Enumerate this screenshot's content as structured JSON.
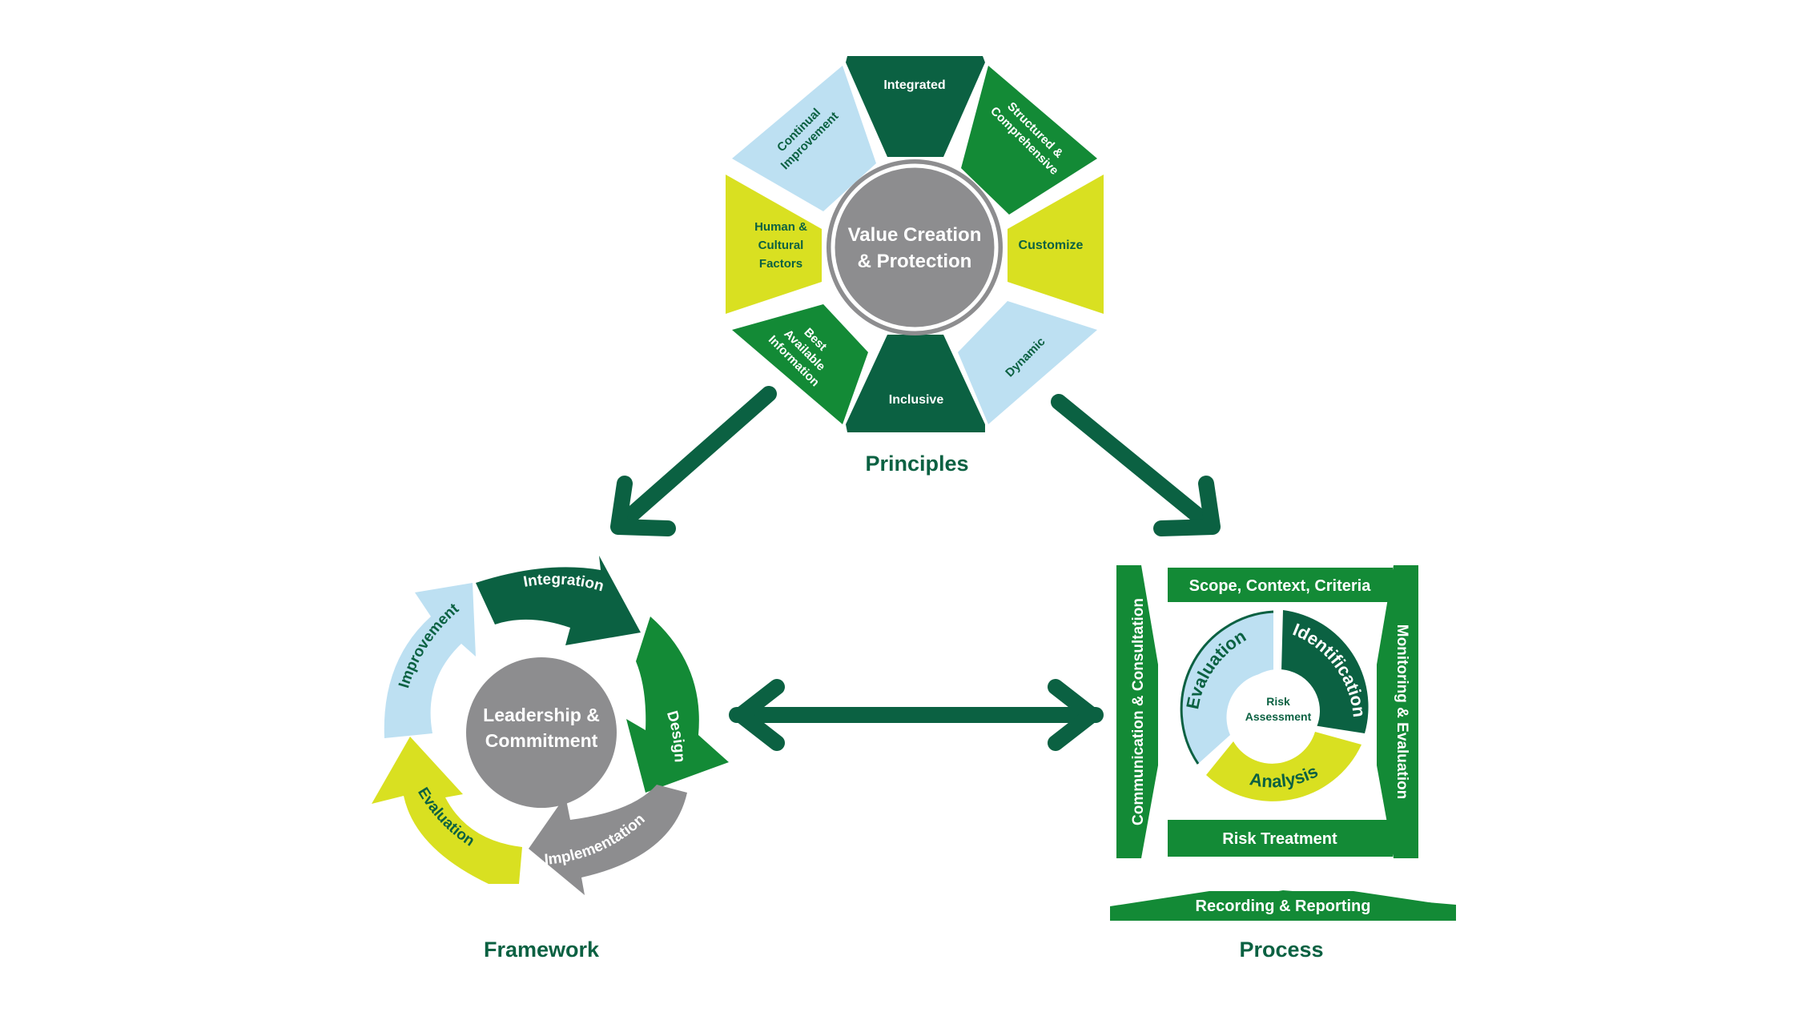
{
  "colors": {
    "dark_green": "#0b6142",
    "mid_green": "#138a36",
    "lime": "#d9e021",
    "light_blue": "#bde0f2",
    "gray": "#8d8d8f",
    "white": "#ffffff"
  },
  "principles": {
    "heading": "Principles",
    "center_line1": "Value Creation",
    "center_line2": "& Protection",
    "segments": [
      {
        "lines": [
          "Integrated"
        ]
      },
      {
        "lines": [
          "Structured &",
          "Comprehensive"
        ]
      },
      {
        "lines": [
          "Customize"
        ]
      },
      {
        "lines": [
          "Dynamic"
        ]
      },
      {
        "lines": [
          "Inclusive"
        ]
      },
      {
        "lines": [
          "Best",
          "Available",
          "Information"
        ]
      },
      {
        "lines": [
          "Human &",
          "Cultural",
          "Factors"
        ]
      },
      {
        "lines": [
          "Continual",
          "Improvement"
        ]
      }
    ]
  },
  "framework": {
    "heading": "Framework",
    "center_line1": "Leadership &",
    "center_line2": "Commitment",
    "steps": [
      "Integration",
      "Design",
      "Implementation",
      "Evaluation",
      "Improvement"
    ]
  },
  "process": {
    "heading": "Process",
    "top_bar": "Scope, Context, Criteria",
    "bottom_bar": "Risk Treatment",
    "left_bar": "Communication & Consultation",
    "right_bar": "Monitoring & Evaluation",
    "base_bar": "Recording & Reporting",
    "center_line1": "Risk",
    "center_line2": "Assessment",
    "cycle": [
      "Identification",
      "Analysis",
      "Evaluation"
    ]
  }
}
